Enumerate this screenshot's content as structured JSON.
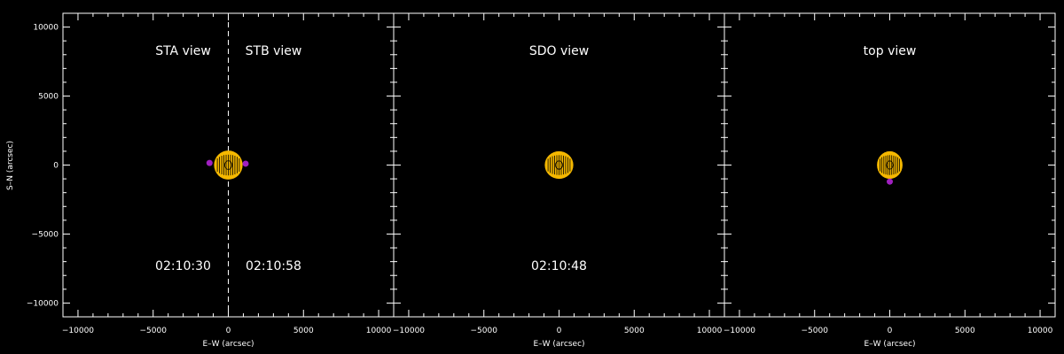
{
  "figure": {
    "ylabel": "S–N (arcsec)",
    "colors": {
      "background": "#000000",
      "axes": "#ffffff",
      "sun": "#f5b800",
      "sun_lines": "#000000",
      "marker": "#a020c0"
    }
  },
  "chart_data": [
    {
      "type": "scatter",
      "xlabel": "E–W (arcsec)",
      "ylabel": "S–N (arcsec)",
      "xlim": [
        -11000,
        11000
      ],
      "ylim": [
        -11000,
        11000
      ],
      "xticks": [
        -10000,
        -5000,
        0,
        5000,
        10000
      ],
      "yticks": [
        -10000,
        -5000,
        0,
        5000,
        10000
      ],
      "ytick_labels": [
        "−10000",
        "−5000",
        "0",
        "5000",
        "10000"
      ],
      "xtick_labels": [
        "−10000",
        "−5000",
        "0",
        "5000",
        "10000"
      ],
      "labels": [
        "STA view",
        "STB view"
      ],
      "times": [
        "02:10:30",
        "02:10:58"
      ],
      "divider_x": 0,
      "sun": {
        "center": [
          0,
          0
        ],
        "rx": 950,
        "ry": 1050
      },
      "points": [
        {
          "x": -1250,
          "y": 150
        },
        {
          "x": 1150,
          "y": 100
        }
      ]
    },
    {
      "type": "scatter",
      "xlabel": "E–W (arcsec)",
      "xlim": [
        -11000,
        11000
      ],
      "ylim": [
        -11000,
        11000
      ],
      "xticks": [
        -10000,
        -5000,
        0,
        5000,
        10000
      ],
      "xtick_labels": [
        "−10000",
        "−5000",
        "0",
        "5000",
        "10000"
      ],
      "labels": [
        "SDO view"
      ],
      "times": [
        "02:10:48"
      ],
      "sun": {
        "center": [
          0,
          0
        ],
        "rx": 950,
        "ry": 1000
      },
      "points": []
    },
    {
      "type": "scatter",
      "xlabel": "E–W (arcsec)",
      "xlim": [
        -11000,
        11000
      ],
      "ylim": [
        -11000,
        11000
      ],
      "xticks": [
        -10000,
        -5000,
        0,
        5000,
        10000
      ],
      "xtick_labels": [
        "−10000",
        "−5000",
        "0",
        "5000",
        "10000"
      ],
      "labels": [
        "top view"
      ],
      "times": [],
      "sun": {
        "center": [
          0,
          0
        ],
        "rx": 850,
        "ry": 1000
      },
      "points": [
        {
          "x": 0,
          "y": -1200
        }
      ]
    }
  ]
}
